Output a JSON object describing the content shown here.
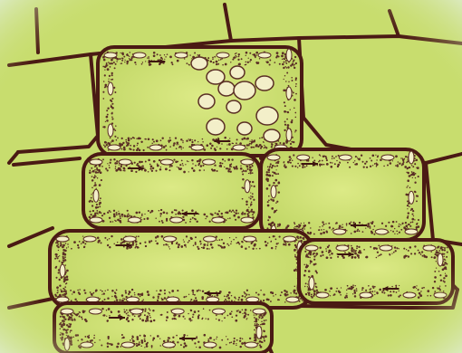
{
  "image": {
    "subject": "plant-cell-cytoplasmic-streaming",
    "colors": {
      "background_fade": "#e9f3f9",
      "cell_green": "#c8dd6e",
      "cell_green_light": "#dcea86",
      "cell_wall": "#4a1a14",
      "cytoplasm_dots": "#5a2e25",
      "organelle_fill": "#f3efc9",
      "organelle_edge": "#5a2e25",
      "arrow": "#3d1510"
    },
    "cells": [
      {
        "name": "cell-top-left"
      },
      {
        "name": "cell-top-center"
      },
      {
        "name": "cell-top-right"
      },
      {
        "name": "cell-upper-middle"
      },
      {
        "name": "cell-middle-left"
      },
      {
        "name": "cell-middle-center"
      },
      {
        "name": "cell-middle-right"
      },
      {
        "name": "cell-lower-left"
      },
      {
        "name": "cell-lower-right"
      },
      {
        "name": "cell-bottom-left"
      },
      {
        "name": "cell-bottom-center"
      },
      {
        "name": "cell-bottom-right"
      }
    ]
  }
}
